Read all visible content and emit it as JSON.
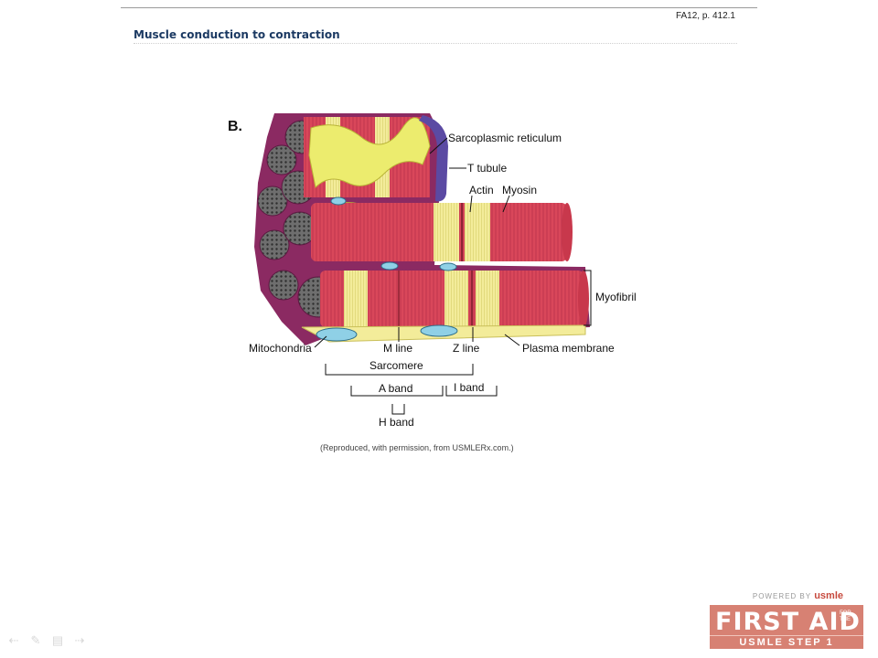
{
  "header": {
    "ref": "FA12, p. 412.1",
    "title": "Muscle conduction to contraction"
  },
  "figure": {
    "panel_letter": "B.",
    "labels": {
      "sarcoplasmic_reticulum": "Sarcoplasmic reticulum",
      "t_tubule": "T tubule",
      "actin": "Actin",
      "myosin": "Myosin",
      "myofibril": "Myofibril",
      "mitochondria": "Mitochondria",
      "m_line": "M line",
      "z_line": "Z line",
      "plasma_membrane": "Plasma membrane",
      "sarcomere": "Sarcomere",
      "a_band": "A band",
      "i_band": "I band",
      "h_band": "H band"
    },
    "credit": "(Reproduced, with permission, from USMLERx.com.)",
    "colors": {
      "muscle_red": "#d9475a",
      "band_yellow": "#f3ec9a",
      "sheath_purple": "#8b2a62",
      "t_tubule_blue": "#5b4aa3",
      "mito_blue": "#8fd0e6"
    }
  },
  "logo": {
    "powered": "POWERED BY",
    "brand": "usmle",
    "main": "FIRST AID",
    "for_the": "FOR THE",
    "sub": "USMLE STEP 1"
  },
  "nav_icons": [
    "arrow-left-icon",
    "pen-icon",
    "menu-icon",
    "arrow-right-icon"
  ]
}
